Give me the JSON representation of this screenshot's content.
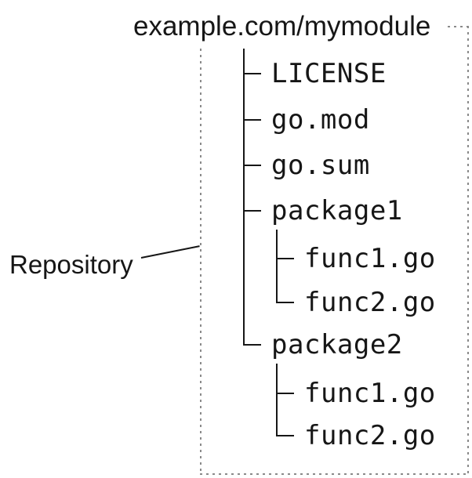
{
  "diagram": {
    "title": "example.com/mymodule",
    "callout": {
      "label": "Repository"
    },
    "tree": {
      "level1": [
        "LICENSE",
        "go.mod",
        "go.sum",
        "package1",
        "package2"
      ],
      "package1_children": [
        "func1.go",
        "func2.go"
      ],
      "package2_children": [
        "func1.go",
        "func2.go"
      ]
    },
    "colors": {
      "text": "#161616",
      "tree_line": "#161616",
      "boundary_dots": "#8a8a8a",
      "background": "#ffffff"
    }
  }
}
